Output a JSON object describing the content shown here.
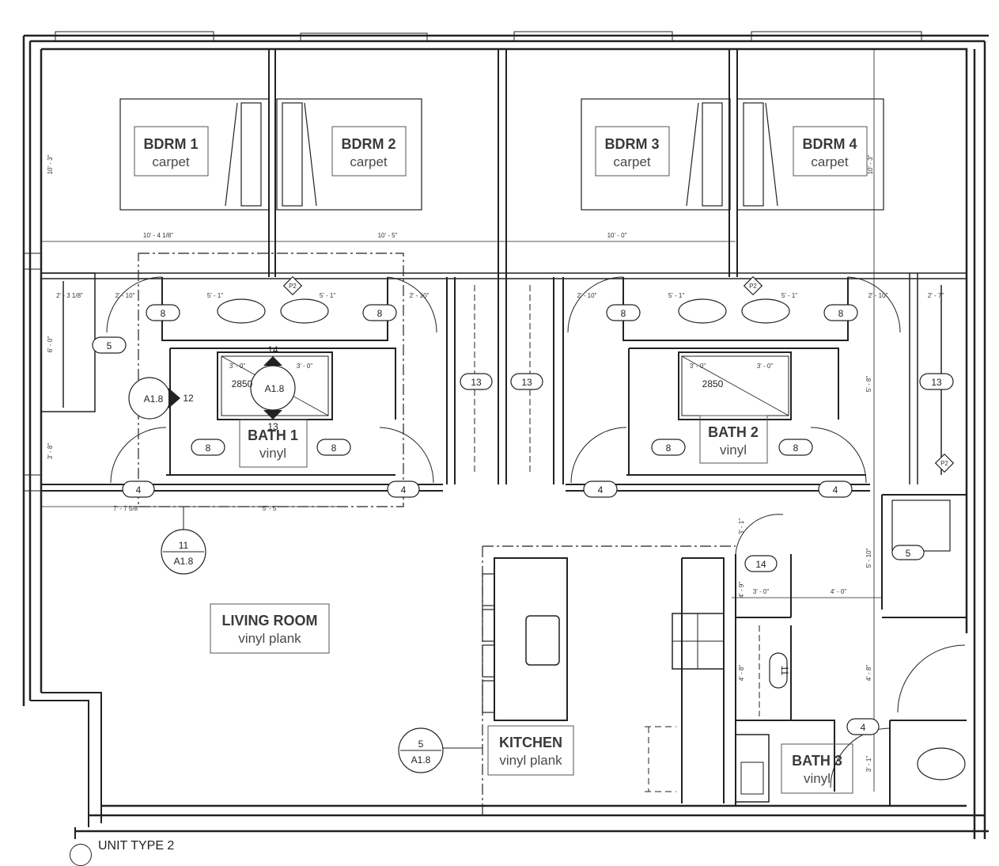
{
  "title": "UNIT TYPE 2",
  "rooms": [
    {
      "name": "BDRM 1",
      "finish": "carpet"
    },
    {
      "name": "BDRM 2",
      "finish": "carpet"
    },
    {
      "name": "BDRM 3",
      "finish": "carpet"
    },
    {
      "name": "BDRM 4",
      "finish": "carpet"
    },
    {
      "name": "BATH 1",
      "finish": "vinyl"
    },
    {
      "name": "BATH 2",
      "finish": "vinyl"
    },
    {
      "name": "BATH 3",
      "finish": "vinyl"
    },
    {
      "name": "LIVING ROOM",
      "finish": "vinyl plank"
    },
    {
      "name": "KITCHEN",
      "finish": "vinyl plank"
    }
  ],
  "dimensions": [
    "10' - 4 1/8\"",
    "10' - 5\"",
    "10' - 0\"",
    "2' - 3 1/8\"",
    "2' - 10\"",
    "5' - 1\"",
    "5' - 1\"",
    "2' - 10\"",
    "2' - 10\"",
    "5' - 1\"",
    "5' - 1\"",
    "2' - 10\"",
    "2' - 7\"",
    "3' - 0\"",
    "3' - 0\"",
    "3' - 0\"",
    "3' - 0\"",
    "7' - 7 5/8\"",
    "5' - 5\"",
    "10' - 3\"",
    "10' - 3\"",
    "6' - 0\"",
    "3' - 8\"",
    "5' - 8\"",
    "3' - 1\"",
    "3' - 0\"",
    "4' - 0\"",
    "5' - 10\"",
    "4' - 8\"",
    "4' - 8\"",
    "3' - 1\"",
    "4' - 9\""
  ],
  "tags": [
    "8",
    "8",
    "8",
    "8",
    "8",
    "8",
    "8",
    "8",
    "5",
    "4",
    "4",
    "4",
    "4",
    "4",
    "13",
    "13",
    "13",
    "13",
    "14",
    "14",
    "12",
    "11",
    "5",
    "2850",
    "2850"
  ],
  "callouts": [
    {
      "num": "11",
      "sheet": "A1.8"
    },
    {
      "num": "5",
      "sheet": "A1.8"
    },
    {
      "num": "",
      "sheet": "A1.8"
    },
    {
      "num": "",
      "sheet": "A1.8"
    }
  ],
  "markers": [
    "P2",
    "P2",
    "P2"
  ]
}
